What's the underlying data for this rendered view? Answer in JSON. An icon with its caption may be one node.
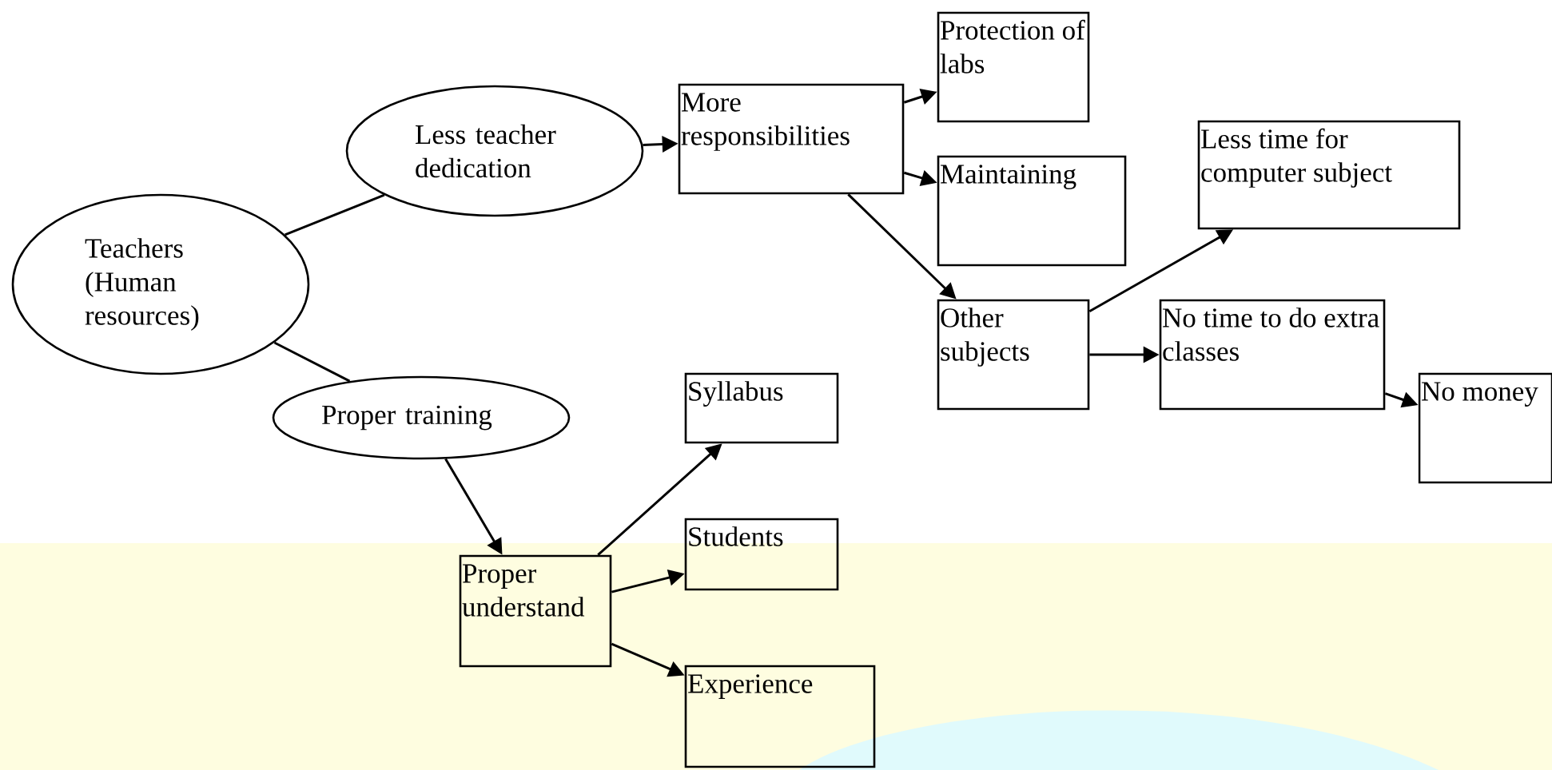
{
  "diagram": {
    "nodes": [
      {
        "text": [
          "Teachers (Human resources)"
        ]
      },
      {
        "text": [
          "Less teacher dedication"
        ]
      },
      {
        "text": [
          "Proper training"
        ]
      },
      {
        "text": [
          "More responsibilities"
        ]
      },
      {
        "text": [
          "Protection of labs"
        ]
      },
      {
        "text": [
          "Maintaining"
        ]
      },
      {
        "text": [
          "Other subjects"
        ]
      },
      {
        "text": [
          "Less time for computer subject"
        ]
      },
      {
        "text": [
          "No time to do extra classes"
        ]
      },
      {
        "text": [
          "No money"
        ]
      },
      {
        "text": [
          "Syllabus"
        ]
      },
      {
        "text": [
          "Proper understand"
        ]
      },
      {
        "text": [
          "Students"
        ]
      },
      {
        "text": [
          "Experience"
        ]
      }
    ],
    "edges": [
      {
        "from": 0,
        "to": 1,
        "arrow": "none"
      },
      {
        "from": 0,
        "to": 2,
        "arrow": "none"
      },
      {
        "from": 1,
        "to": 3,
        "arrow": "to"
      },
      {
        "from": 3,
        "to": 4,
        "arrow": "to"
      },
      {
        "from": 3,
        "to": 5,
        "arrow": "to"
      },
      {
        "from": 3,
        "to": 6,
        "arrow": "to"
      },
      {
        "from": 6,
        "to": 7,
        "arrow": "to"
      },
      {
        "from": 6,
        "to": 8,
        "arrow": "to"
      },
      {
        "from": 8,
        "to": 9,
        "arrow": "to"
      },
      {
        "from": 2,
        "to": 11,
        "arrow": "to"
      },
      {
        "from": 11,
        "to": 10,
        "arrow": "to"
      },
      {
        "from": 11,
        "to": 12,
        "arrow": "to"
      },
      {
        "from": 11,
        "to": 13,
        "arrow": "to"
      }
    ]
  }
}
